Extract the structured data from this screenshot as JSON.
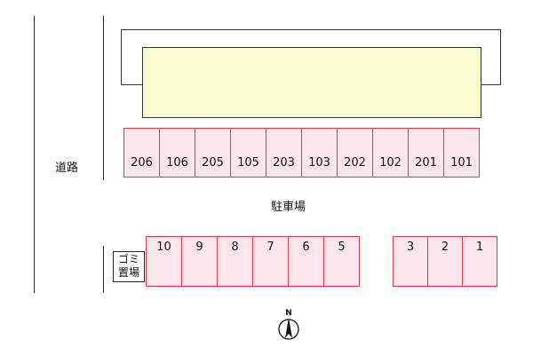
{
  "road": {
    "label": "道路"
  },
  "parking_lot": {
    "label": "駐車場"
  },
  "garbage": {
    "line1": "ゴミ",
    "line2": "置場"
  },
  "rooms": [
    "206",
    "106",
    "205",
    "105",
    "203",
    "103",
    "202",
    "102",
    "201",
    "101"
  ],
  "parking_left": [
    "10",
    "9",
    "8",
    "7",
    "6",
    "5"
  ],
  "parking_right": [
    "3",
    "2",
    "1"
  ],
  "compass": {
    "label": "N"
  },
  "colors": {
    "building_fill": "#fafad0",
    "slot_fill": "#fde6ee",
    "slot_border": "#d83a4e"
  }
}
